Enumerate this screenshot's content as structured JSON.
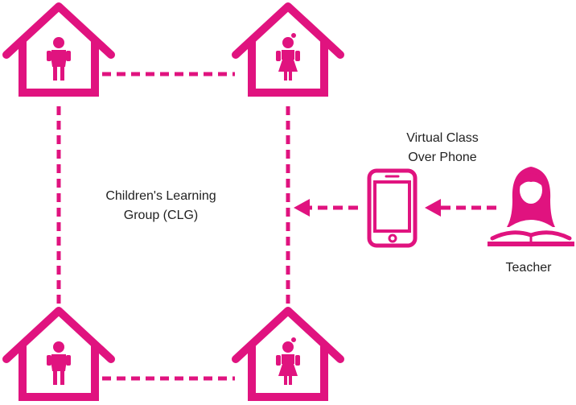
{
  "diagram": {
    "clg_label": {
      "line1": "Children's Learning",
      "line2": "Group (CLG)"
    },
    "virtual_class_label": {
      "line1": "Virtual Class",
      "line2": "Over Phone"
    },
    "teacher_label": "Teacher",
    "houses": [
      {
        "occupant": "boy"
      },
      {
        "occupant": "girl"
      },
      {
        "occupant": "boy"
      },
      {
        "occupant": "girl"
      }
    ]
  },
  "colors": {
    "accent": "#e0137f",
    "text": "#222222",
    "background": "#ffffff"
  }
}
